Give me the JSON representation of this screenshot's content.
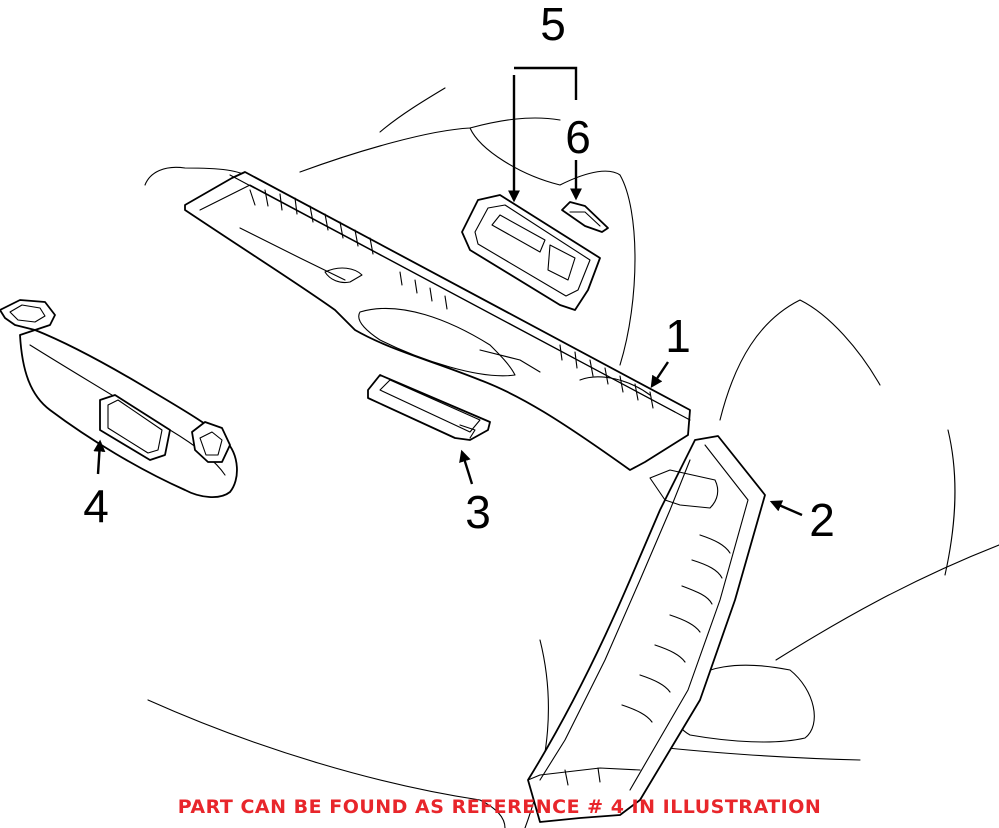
{
  "callouts": {
    "c1": "1",
    "c2": "2",
    "c3": "3",
    "c4": "4",
    "c5": "5",
    "c6": "6"
  },
  "footer": {
    "note": "PART CAN BE FOUND AS REFERENCE # 4 IN ILLUSTRATION"
  },
  "colors": {
    "note_color": "#e8262b",
    "line_color": "#000000"
  }
}
